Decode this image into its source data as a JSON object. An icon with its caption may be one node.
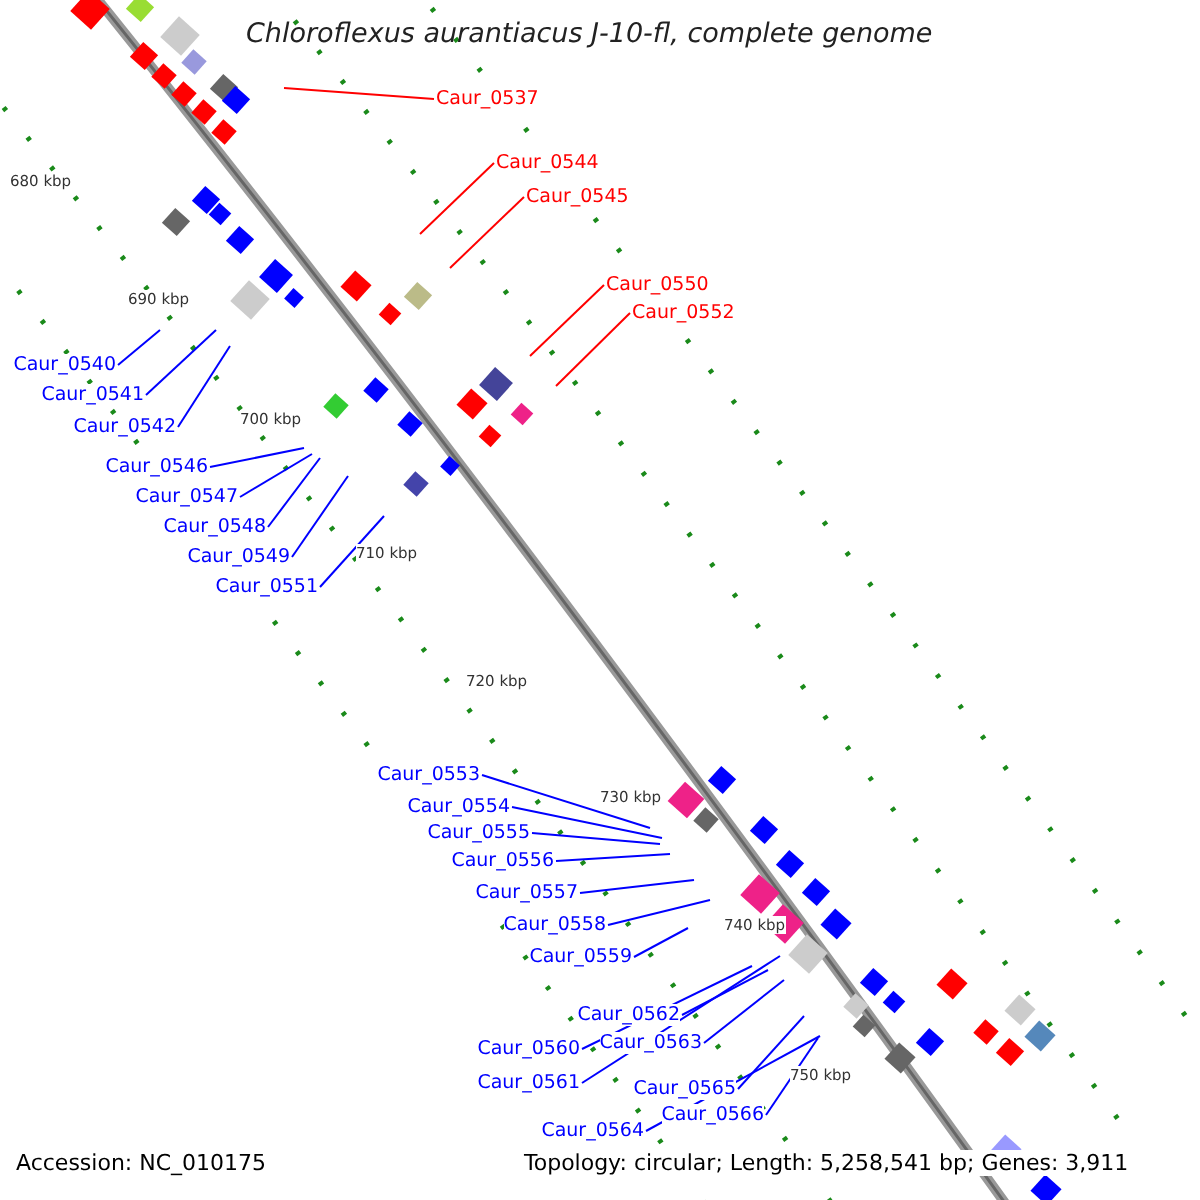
{
  "diagram": {
    "title": "Chloroflexus aurantiacus J-10-fl, complete genome",
    "nodes": [
      {
        "text": [
          "Caur_0537"
        ]
      },
      {
        "text": [
          "Caur_0544"
        ]
      },
      {
        "text": [
          "Caur_0545"
        ]
      },
      {
        "text": [
          "Caur_0550"
        ]
      },
      {
        "text": [
          "Caur_0552"
        ]
      },
      {
        "text": [
          "Caur_0540"
        ]
      },
      {
        "text": [
          "Caur_0541"
        ]
      },
      {
        "text": [
          "Caur_0542"
        ]
      },
      {
        "text": [
          "Caur_0546"
        ]
      },
      {
        "text": [
          "Caur_0547"
        ]
      },
      {
        "text": [
          "Caur_0548"
        ]
      },
      {
        "text": [
          "Caur_0549"
        ]
      },
      {
        "text": [
          "Caur_0551"
        ]
      },
      {
        "text": [
          "Caur_0553"
        ]
      },
      {
        "text": [
          "Caur_0554"
        ]
      },
      {
        "text": [
          "Caur_0555"
        ]
      },
      {
        "text": [
          "Caur_0556"
        ]
      },
      {
        "text": [
          "Caur_0557"
        ]
      },
      {
        "text": [
          "Caur_0558"
        ]
      },
      {
        "text": [
          "Caur_0559"
        ]
      },
      {
        "text": [
          "Caur_0562"
        ]
      },
      {
        "text": [
          "Caur_0560"
        ]
      },
      {
        "text": [
          "Caur_0563"
        ]
      },
      {
        "text": [
          "Caur_0561"
        ]
      },
      {
        "text": [
          "Caur_0565"
        ]
      },
      {
        "text": [
          "Caur_0564"
        ]
      },
      {
        "text": [
          "Caur_0566"
        ]
      }
    ],
    "edges": [
      {
        "from": 0,
        "to": null,
        "arrow": "none",
        "color": "#ff0000"
      },
      {
        "from": 1,
        "to": null,
        "arrow": "none",
        "color": "#ff0000"
      },
      {
        "from": 2,
        "to": null,
        "arrow": "none",
        "color": "#ff0000"
      },
      {
        "from": 3,
        "to": null,
        "arrow": "none",
        "color": "#ff0000"
      },
      {
        "from": 4,
        "to": null,
        "arrow": "none",
        "color": "#ff0000"
      },
      {
        "from": 5,
        "to": null,
        "arrow": "none"
      },
      {
        "from": 6,
        "to": null,
        "arrow": "none"
      },
      {
        "from": 7,
        "to": null,
        "arrow": "none"
      },
      {
        "from": 8,
        "to": null,
        "arrow": "none"
      },
      {
        "from": 9,
        "to": null,
        "arrow": "none"
      },
      {
        "from": 10,
        "to": null,
        "arrow": "none"
      },
      {
        "from": 11,
        "to": null,
        "arrow": "none"
      },
      {
        "from": 12,
        "to": null,
        "arrow": "none"
      },
      {
        "from": 13,
        "to": null,
        "arrow": "none"
      },
      {
        "from": 14,
        "to": null,
        "arrow": "none"
      },
      {
        "from": 15,
        "to": null,
        "arrow": "none"
      },
      {
        "from": 16,
        "to": null,
        "arrow": "none"
      },
      {
        "from": 17,
        "to": null,
        "arrow": "none"
      },
      {
        "from": 18,
        "to": null,
        "arrow": "none"
      },
      {
        "from": 19,
        "to": null,
        "arrow": "none"
      },
      {
        "from": 20,
        "to": null,
        "arrow": "none"
      },
      {
        "from": 21,
        "to": null,
        "arrow": "none"
      },
      {
        "from": 22,
        "to": null,
        "arrow": "none"
      },
      {
        "from": 23,
        "to": null,
        "arrow": "none"
      },
      {
        "from": 24,
        "to": null,
        "arrow": "none"
      },
      {
        "from": 25,
        "to": null,
        "arrow": "none"
      },
      {
        "from": 26,
        "to": null,
        "arrow": "none"
      }
    ],
    "labels": [
      "680 kbp",
      "690 kbp",
      "700 kbp",
      "710 kbp",
      "720 kbp",
      "730 kbp",
      "740 kbp",
      "750 kbp",
      "Accession: NC_010175",
      "Topology: circular; Length: 5,258,541 bp; Genes: 3,911"
    ]
  }
}
